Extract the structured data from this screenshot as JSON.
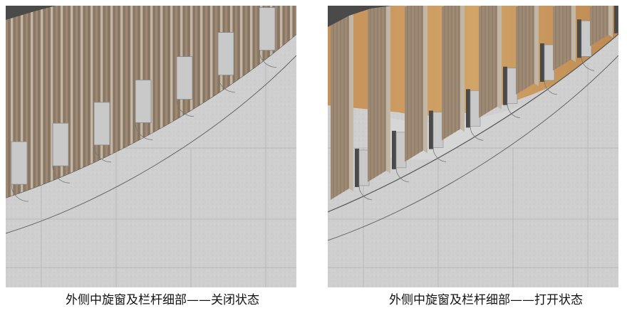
{
  "figures": [
    {
      "id": "closed",
      "caption": "外侧中旋窗及栏杆细部——关闭状态",
      "state": "closed"
    },
    {
      "id": "open",
      "caption": "外侧中旋窗及栏杆细部——打开状态",
      "state": "open"
    }
  ],
  "colors": {
    "concrete": "#cfcfcf",
    "concrete_joint": "#b4b4b4",
    "fin": "#9e8a74",
    "fin_dark": "#7e6c58",
    "fin_light": "#c2b6a6",
    "wood": "#c99a5e",
    "window_glass": "#c9c9c9",
    "shadow": "#4a4a4a",
    "edge_line": "#555555"
  }
}
